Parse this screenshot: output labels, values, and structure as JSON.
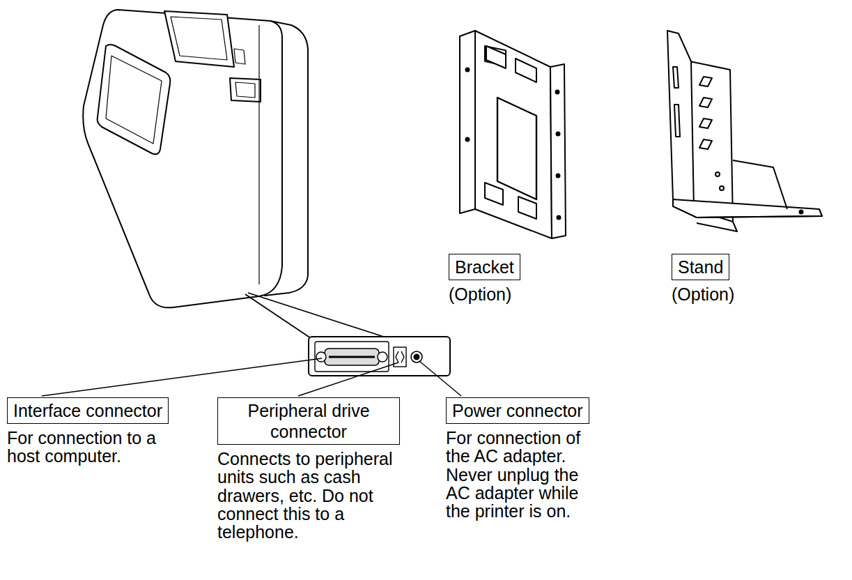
{
  "diagram": {
    "nodes": [
      {
        "text": [
          "Bracket",
          "(Option)"
        ]
      },
      {
        "text": [
          "Stand",
          "(Option)"
        ]
      },
      {
        "text": [
          "Interface connector",
          "For connection to a host computer."
        ]
      },
      {
        "text": [
          "Peripheral drive connector",
          "Connects to peripheral units such as cash drawers, etc. Do not connect this to a telephone."
        ]
      },
      {
        "text": [
          "Power connector",
          "For connection of the AC adapter. Never unplug the AC adapter while the printer is on."
        ]
      }
    ]
  }
}
